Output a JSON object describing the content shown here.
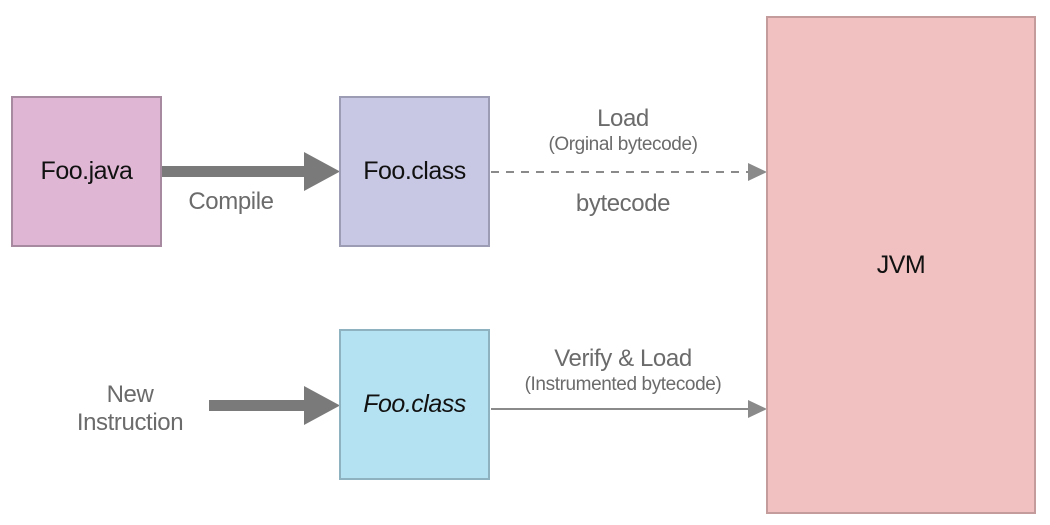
{
  "nodes": {
    "foo_java": "Foo.java",
    "foo_class": "Foo.class",
    "foo_class_instrumented": "Foo.class",
    "jvm": "JVM"
  },
  "edges": {
    "compile": "Compile",
    "load": "Load",
    "load_sub": "(Orginal bytecode)",
    "bytecode": "bytecode",
    "verify_load": "Verify & Load",
    "verify_load_sub": "(Instrumented bytecode)",
    "new_instruction_line1": "New",
    "new_instruction_line2": "Instruction"
  },
  "colors": {
    "foo_java_fill": "#dfb7d5",
    "foo_class_fill": "#c8c8e4",
    "foo_class_instrumented_fill": "#b5e2f2",
    "jvm_fill": "#f0c1c0",
    "arrow": "#7a7a7a"
  }
}
